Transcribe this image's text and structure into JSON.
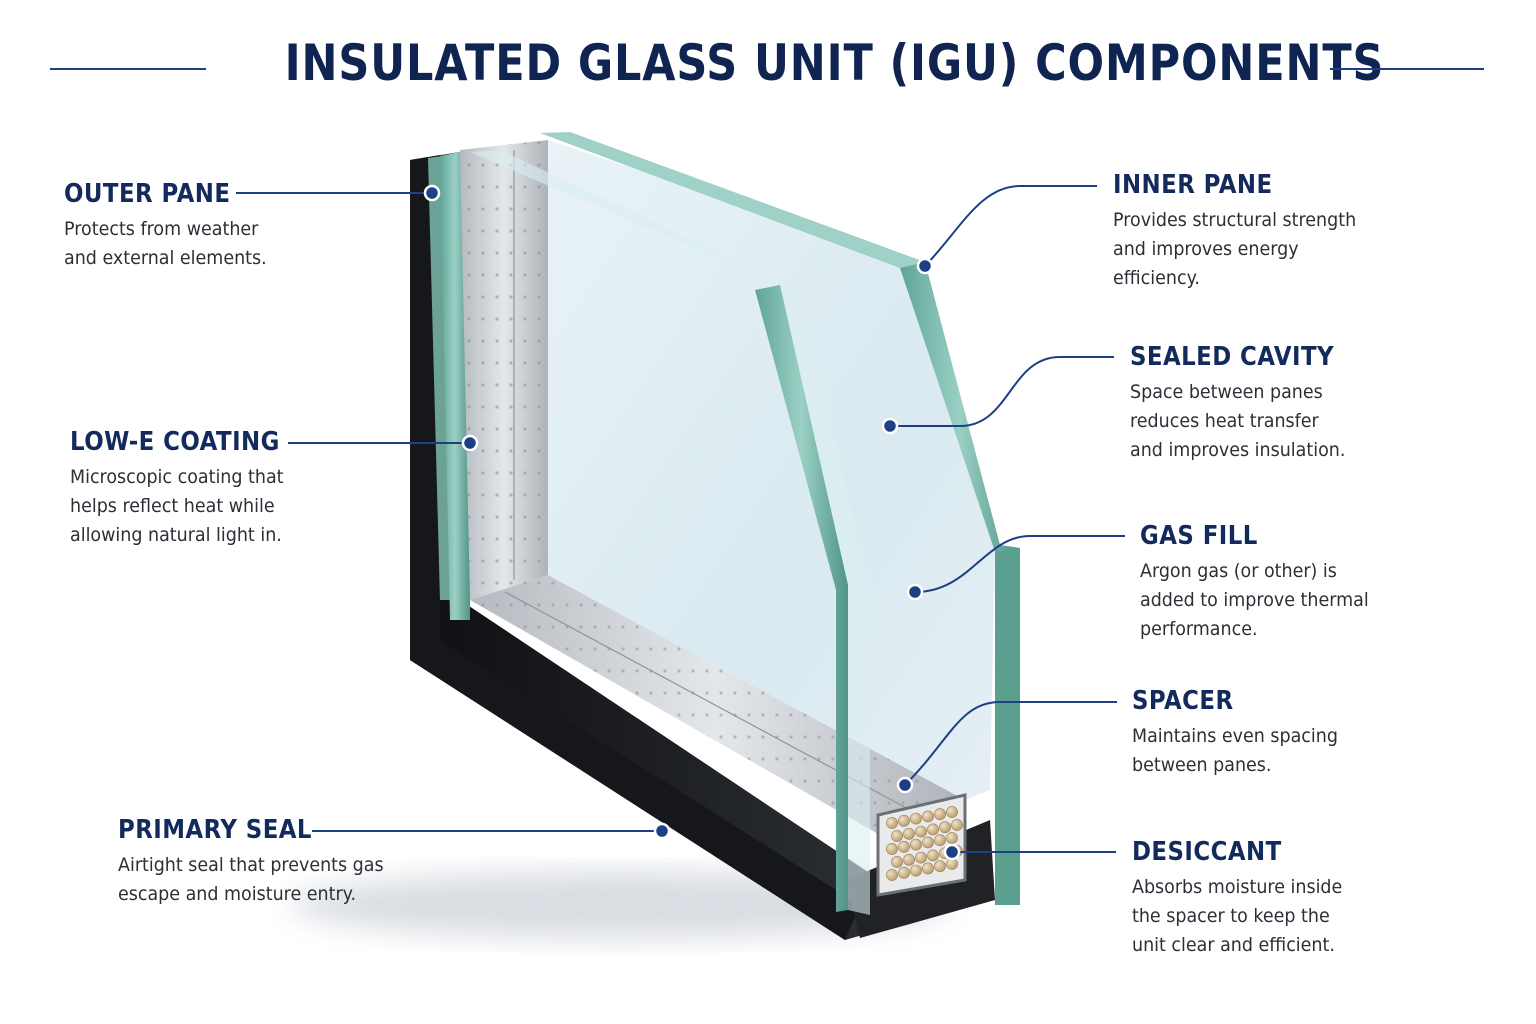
{
  "title": "INSULATED GLASS UNIT (IGU) COMPONENTS",
  "colors": {
    "title": "#0f2451",
    "accent": "#1d3f86",
    "frame": "#1a1c1f",
    "glass_edge": "#6fb3a6",
    "glass_fill": "#dcebf1",
    "spacer": "#c9cdd2"
  },
  "labels": {
    "outer_pane": {
      "heading": "OUTER PANE",
      "lines": [
        "Protects from weather",
        "and external elements."
      ]
    },
    "low_e_coating": {
      "heading": "LOW-E COATING",
      "lines": [
        "Microscopic coating that",
        "helps reflect heat while",
        "allowing natural light in."
      ]
    },
    "primary_seal": {
      "heading": "PRIMARY SEAL",
      "lines": [
        "Airtight seal that prevents gas",
        "escape and moisture entry."
      ]
    },
    "inner_pane": {
      "heading": "INNER PANE",
      "lines": [
        "Provides structural strength",
        "and improves energy",
        "efficiency."
      ]
    },
    "sealed_cavity": {
      "heading": "SEALED CAVITY",
      "lines": [
        "Space between panes",
        "reduces heat transfer",
        "and improves insulation."
      ]
    },
    "gas_fill": {
      "heading": "GAS FILL",
      "lines": [
        "Argon gas (or other) is",
        "added to improve thermal",
        "performance."
      ]
    },
    "spacer": {
      "heading": "SPACER",
      "lines": [
        "Maintains even spacing",
        "between panes."
      ]
    },
    "desiccant": {
      "heading": "DESICCANT",
      "lines": [
        "Absorbs moisture inside",
        "the spacer to keep the",
        "unit clear and efficient."
      ]
    }
  }
}
